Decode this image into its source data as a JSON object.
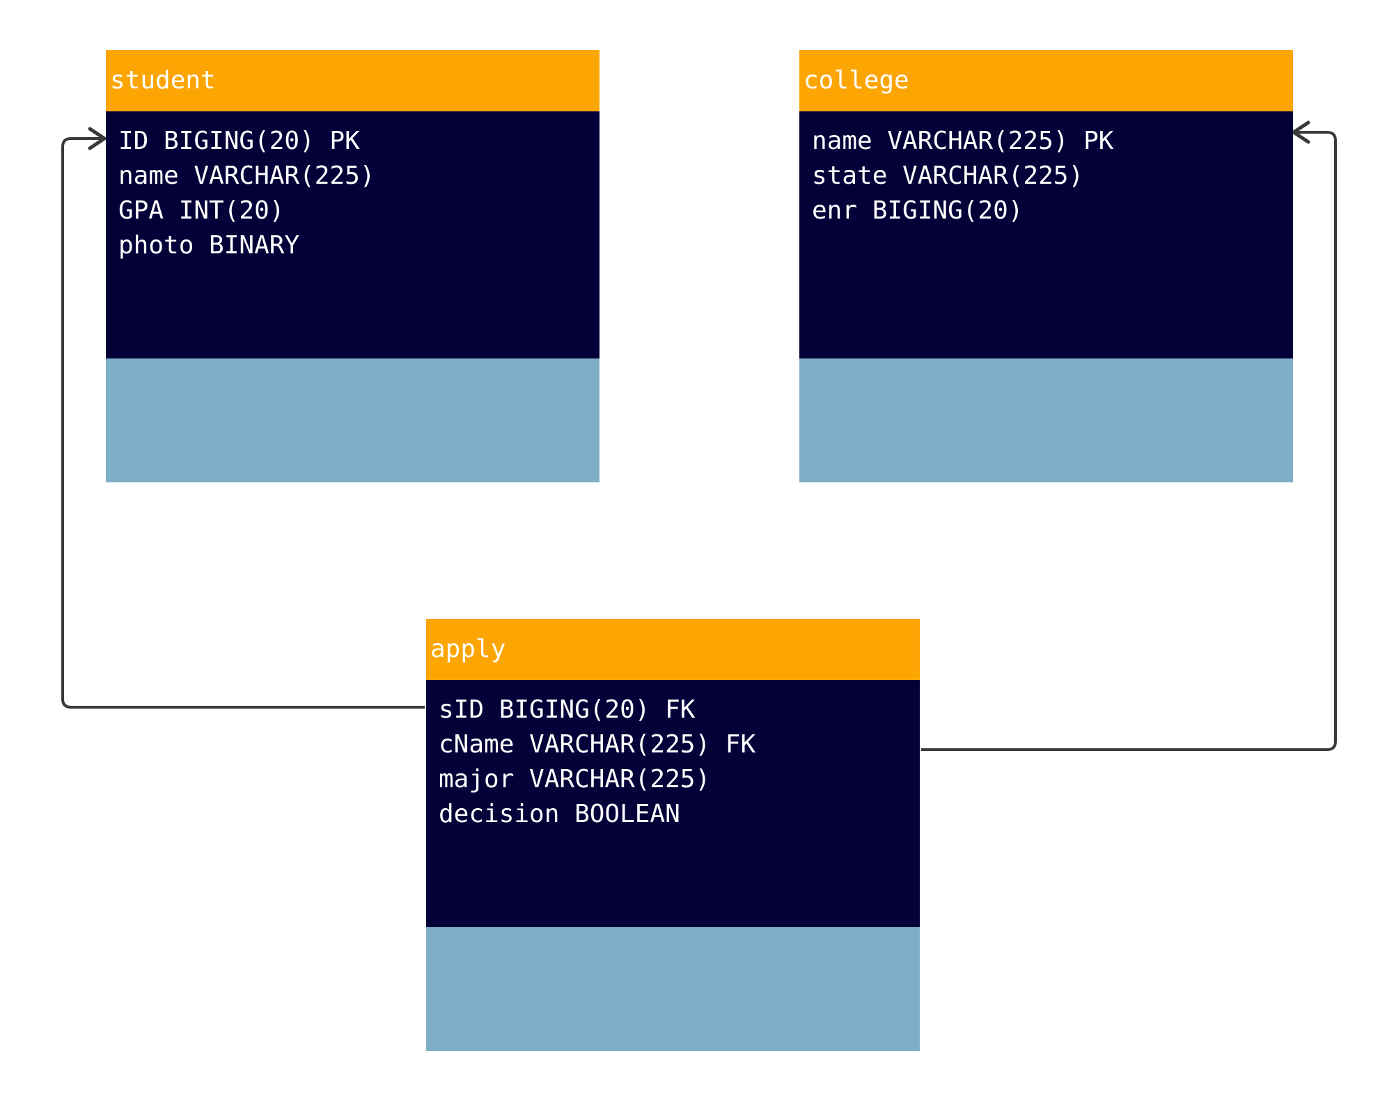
{
  "diagram": {
    "type": "entity-relationship",
    "colors": {
      "header": "#fca503",
      "body": "#050038",
      "footer": "#7fafc6",
      "text": "#ffffff",
      "connector": "#3a3a3a"
    },
    "entities": [
      {
        "key": "student",
        "name": "student",
        "fields": [
          "ID BIGING(20) PK",
          "name VARCHAR(225)",
          "GPA INT(20)",
          "photo BINARY"
        ]
      },
      {
        "key": "college",
        "name": "college",
        "fields": [
          "name VARCHAR(225) PK",
          "state VARCHAR(225)",
          "enr BIGING(20)"
        ]
      },
      {
        "key": "apply",
        "name": "apply",
        "fields": [
          "sID BIGING(20) FK",
          "cName VARCHAR(225) FK",
          "major VARCHAR(225)",
          "decision BOOLEAN"
        ]
      }
    ],
    "relationships": [
      {
        "from": "apply",
        "to": "student"
      },
      {
        "from": "apply",
        "to": "college"
      }
    ]
  }
}
